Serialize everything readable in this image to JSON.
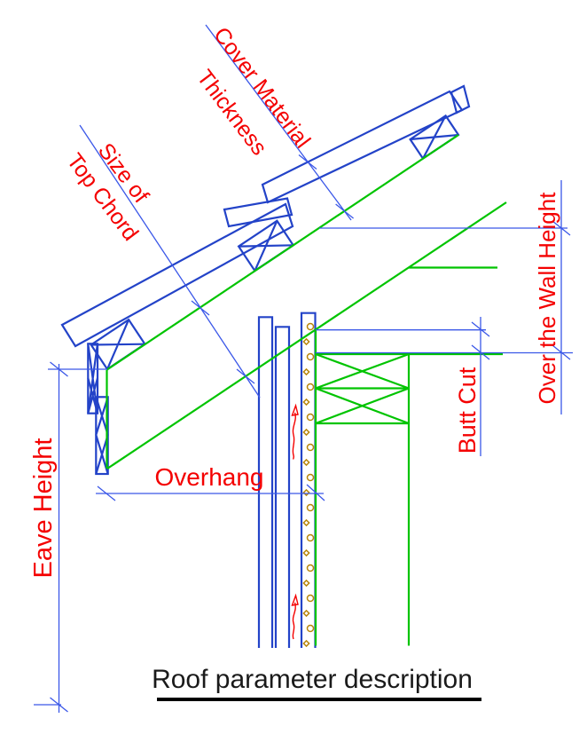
{
  "diagram": {
    "title": "Roof parameter description",
    "labels": {
      "cover_material_line1": "Cover Material",
      "cover_material_line2": "Thickness",
      "size_of_chord_line1": "Size of",
      "size_of_chord_line2": "Top Chord",
      "over_wall_height": "Over the Wall Height",
      "butt_cut": "Butt Cut",
      "overhang": "Overhang",
      "eave_height": "Eave Height"
    },
    "colors": {
      "structure_blue": "#2343C8",
      "dimension_blue": "#3A57E8",
      "reference_green": "#00C400",
      "label_red": "#F40000",
      "fastener_gold": "#B8860B",
      "title_black": "#1a1a1a"
    }
  }
}
